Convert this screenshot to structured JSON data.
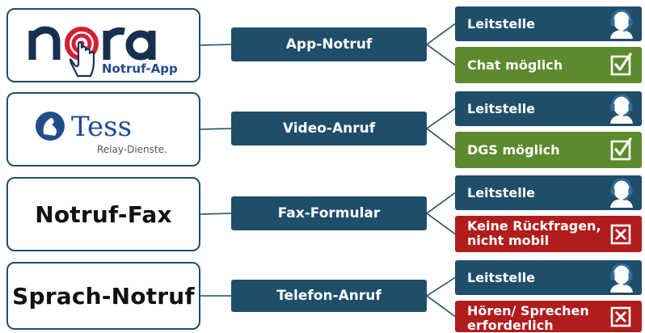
{
  "colors": {
    "navy": "#1f4e6b",
    "green": "#5d8a2c",
    "red": "#b11d1d",
    "nora_red": "#d51f35",
    "tess_blue": "#1f4d8c"
  },
  "rows": [
    {
      "source": {
        "logo": "nora-logo",
        "logo_text": "nora",
        "subtitle": "Notruf-App"
      },
      "channel": "App-Notruf",
      "outcomes": [
        {
          "label": "Leitstelle",
          "color": "navy",
          "icon": "dispatcher-headset-icon"
        },
        {
          "label": "Chat möglich",
          "color": "green",
          "icon": "checkbox-checked-icon"
        }
      ]
    },
    {
      "source": {
        "logo": "tess-logo",
        "logo_text": "Tess",
        "subtitle": "Relay-Dienste."
      },
      "channel": "Video-Anruf",
      "outcomes": [
        {
          "label": "Leitstelle",
          "color": "navy",
          "icon": "dispatcher-headset-icon"
        },
        {
          "label": "DGS möglich",
          "color": "green",
          "icon": "checkbox-checked-icon"
        }
      ]
    },
    {
      "source": {
        "title": "Notruf-Fax"
      },
      "channel": "Fax-Formular",
      "outcomes": [
        {
          "label": "Leitstelle",
          "color": "navy",
          "icon": "dispatcher-headset-icon"
        },
        {
          "label": "Keine Rückfragen, nicht mobil",
          "label_lines": [
            "Keine Rückfragen,",
            "nicht mobil"
          ],
          "color": "red",
          "icon": "checkbox-crossed-icon"
        }
      ]
    },
    {
      "source": {
        "title": "Sprach-Notruf"
      },
      "channel": "Telefon-Anruf",
      "outcomes": [
        {
          "label": "Leitstelle",
          "color": "navy",
          "icon": "dispatcher-headset-icon"
        },
        {
          "label": "Hören/ Sprechen erforderlich",
          "label_lines": [
            "Hören/ Sprechen",
            "erforderlich"
          ],
          "color": "red",
          "icon": "checkbox-crossed-icon"
        }
      ]
    }
  ]
}
